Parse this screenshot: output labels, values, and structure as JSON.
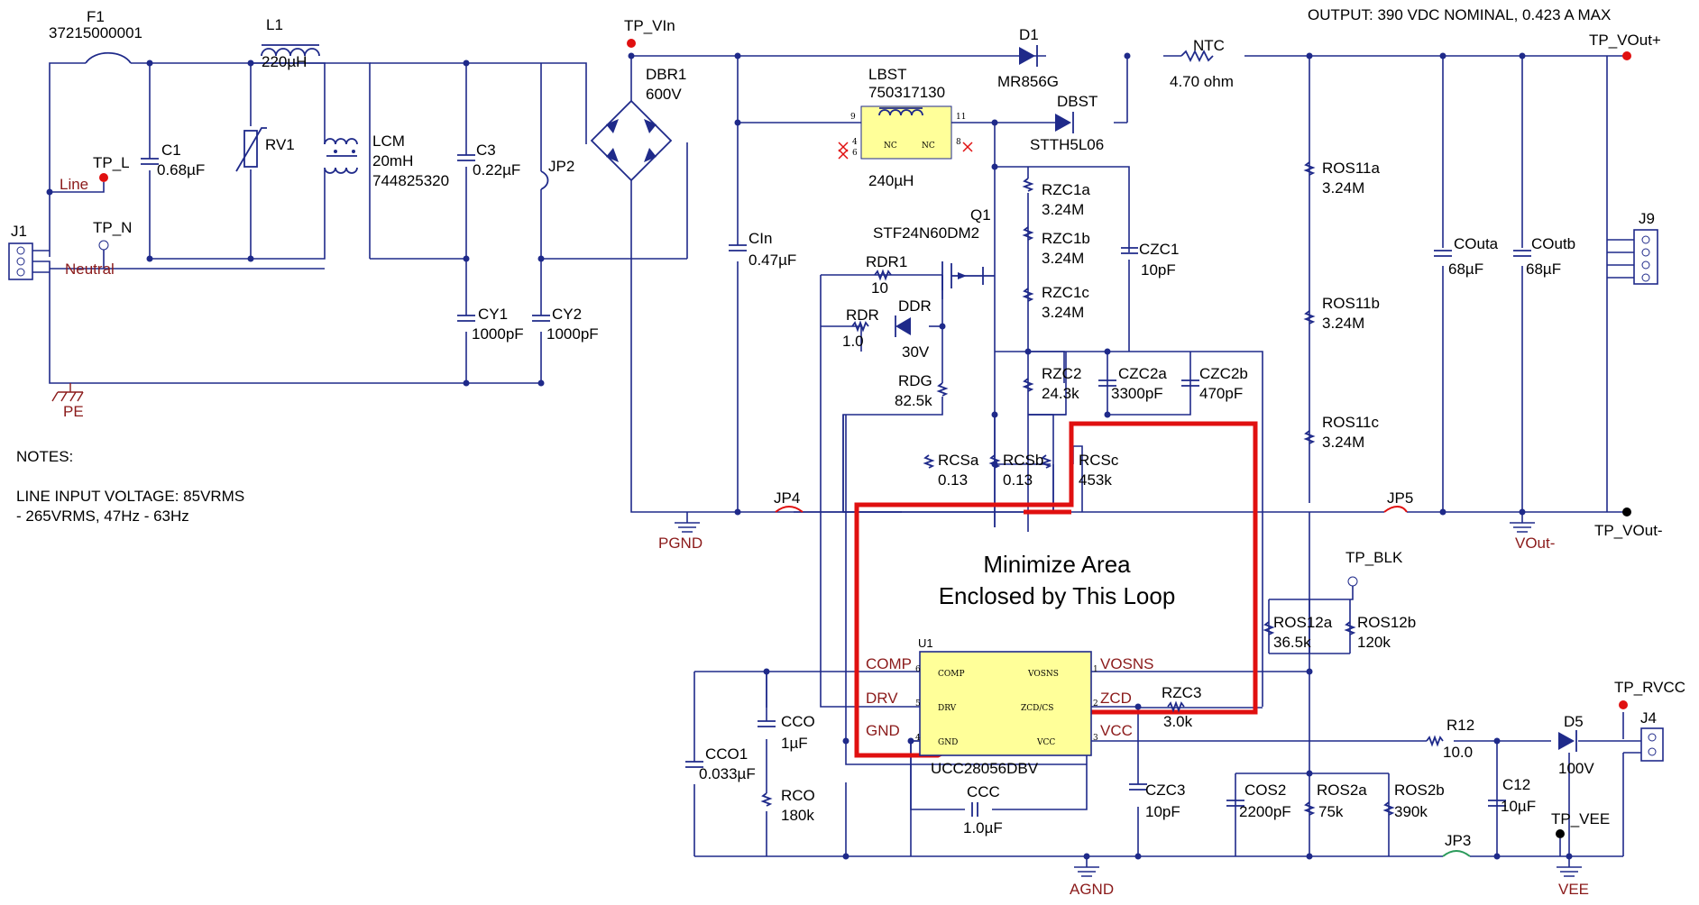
{
  "header": {
    "output": "OUTPUT: 390 VDC NOMINAL, 0.423 A MAX"
  },
  "notes": {
    "heading": "NOTES:",
    "line1": "LINE INPUT VOLTAGE: 85VRMS",
    "line2": "- 265VRMS, 47Hz - 63Hz"
  },
  "loop_note": {
    "line1": "Minimize Area",
    "line2": "Enclosed by This Loop"
  },
  "components": {
    "F1": {
      "ref": "F1",
      "value": "37215000001"
    },
    "L1": {
      "ref": "L1",
      "value": "220µH"
    },
    "C1": {
      "ref": "C1",
      "value": "0.68µF"
    },
    "RV1": {
      "ref": "RV1"
    },
    "LCM": {
      "ref": "LCM",
      "value": "20mH",
      "part": "744825320"
    },
    "C3": {
      "ref": "C3",
      "value": "0.22µF"
    },
    "JP2": {
      "ref": "JP2"
    },
    "CY1": {
      "ref": "CY1",
      "value": "1000pF"
    },
    "CY2": {
      "ref": "CY2",
      "value": "1000pF"
    },
    "DBR1": {
      "ref": "DBR1",
      "value": "600V"
    },
    "CIn": {
      "ref": "CIn",
      "value": "0.47µF"
    },
    "LBST": {
      "ref": "LBST",
      "part": "750317130",
      "value": "240µH"
    },
    "D1": {
      "ref": "D1",
      "part": "MR856G"
    },
    "DBST": {
      "ref": "DBST",
      "part": "STTH5L06"
    },
    "NTC": {
      "ref": "NTC",
      "value": "4.70 ohm"
    },
    "Q1": {
      "ref": "Q1",
      "part": "STF24N60DM2"
    },
    "RZC1a": {
      "ref": "RZC1a",
      "value": "3.24M"
    },
    "RZC1b": {
      "ref": "RZC1b",
      "value": "3.24M"
    },
    "RZC1c": {
      "ref": "RZC1c",
      "value": "3.24M"
    },
    "CZC1": {
      "ref": "CZC1",
      "value": "10pF"
    },
    "RDR1": {
      "ref": "RDR1",
      "value": "10"
    },
    "RDR": {
      "ref": "RDR",
      "value": "1.0"
    },
    "DDR": {
      "ref": "DDR",
      "value": "30V"
    },
    "RDG": {
      "ref": "RDG",
      "value": "82.5k"
    },
    "RZC2": {
      "ref": "RZC2",
      "value": "24.3k"
    },
    "CZC2a": {
      "ref": "CZC2a",
      "value": "3300pF"
    },
    "CZC2b": {
      "ref": "CZC2b",
      "value": "470pF"
    },
    "RCSa": {
      "ref": "RCSa",
      "value": "0.13"
    },
    "RCSb": {
      "ref": "RCSb",
      "value": "0.13"
    },
    "RCSc": {
      "ref": "RCSc",
      "value": "453k"
    },
    "ROS11a": {
      "ref": "ROS11a",
      "value": "3.24M"
    },
    "ROS11b": {
      "ref": "ROS11b",
      "value": "3.24M"
    },
    "ROS11c": {
      "ref": "ROS11c",
      "value": "3.24M"
    },
    "COuta": {
      "ref": "COuta",
      "value": "68µF"
    },
    "COutb": {
      "ref": "COutb",
      "value": "68µF"
    },
    "J9": {
      "ref": "J9"
    },
    "J1": {
      "ref": "J1"
    },
    "J4": {
      "ref": "J4"
    },
    "JP4": {
      "ref": "JP4"
    },
    "JP5": {
      "ref": "JP5"
    },
    "JP3": {
      "ref": "JP3"
    },
    "ROS12a": {
      "ref": "ROS12a",
      "value": "36.5k"
    },
    "ROS12b": {
      "ref": "ROS12b",
      "value": "120k"
    },
    "U1": {
      "ref": "U1",
      "part": "UCC28056DBV"
    },
    "RZC3": {
      "ref": "RZC3",
      "value": "3.0k"
    },
    "CCO1": {
      "ref": "CCO1",
      "value": "0.033µF"
    },
    "CCO": {
      "ref": "CCO",
      "value": "1µF"
    },
    "RCO": {
      "ref": "RCO",
      "value": "180k"
    },
    "CCC": {
      "ref": "CCC",
      "value": "1.0µF"
    },
    "CZC3": {
      "ref": "CZC3",
      "value": "10pF"
    },
    "COS2": {
      "ref": "COS2",
      "value": "2200pF"
    },
    "ROS2a": {
      "ref": "ROS2a",
      "value": "75k"
    },
    "ROS2b": {
      "ref": "ROS2b",
      "value": "390k"
    },
    "R12": {
      "ref": "R12",
      "value": "10.0"
    },
    "D5": {
      "ref": "D5",
      "value": "100V"
    },
    "C12": {
      "ref": "C12",
      "value": "10µF"
    }
  },
  "testpoints": {
    "TP_L": "TP_L",
    "TP_N": "TP_N",
    "TP_VIn": "TP_VIn",
    "TP_VOutP": "TP_VOut+",
    "TP_VOutN": "TP_VOut-",
    "TP_BLK": "TP_BLK",
    "TP_RVCC": "TP_RVCC",
    "TP_VEE": "TP_VEE"
  },
  "nets": {
    "Line": "Line",
    "Neutral": "Neutral",
    "PGND": "PGND",
    "VOut": "VOut-",
    "AGND": "AGND",
    "VEE": "VEE",
    "PE": "PE",
    "COMP": "COMP",
    "DRV": "DRV",
    "GND": "GND",
    "VOSNS": "VOSNS",
    "ZCD": "ZCD",
    "VCC": "VCC"
  },
  "u1_pins": {
    "comp": "COMP",
    "drv": "DRV",
    "gnd": "GND",
    "vosns": "VOSNS",
    "zcdcs": "ZCD/CS",
    "vcc": "VCC",
    "n1": "1",
    "n2": "2",
    "n3": "3",
    "n4": "4",
    "n5": "5",
    "n6": "6"
  },
  "lbst_pins": {
    "nc": "NC",
    "p9": "9",
    "p11": "11",
    "p4": "4",
    "p6": "6",
    "p8": "8"
  },
  "colors": {
    "wire": "#1f2a8a",
    "net_label": "#8b1a1a",
    "loop": "#e01010",
    "chip": "#ffff99",
    "testpoint": "#e01010"
  }
}
